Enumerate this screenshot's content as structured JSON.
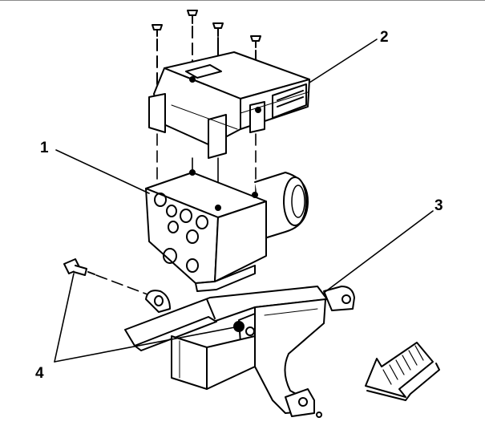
{
  "diagram": {
    "callouts": [
      {
        "id": "1",
        "label": "1"
      },
      {
        "id": "2",
        "label": "2"
      },
      {
        "id": "3",
        "label": "3"
      },
      {
        "id": "4",
        "label": "4"
      }
    ]
  },
  "colors": {
    "line": "#000000",
    "fill": "#ffffff",
    "shade": "#d9d9d9",
    "frame": "#8a8a8a"
  },
  "icons": [
    "direction-arrow-icon",
    "bolt-icon"
  ]
}
